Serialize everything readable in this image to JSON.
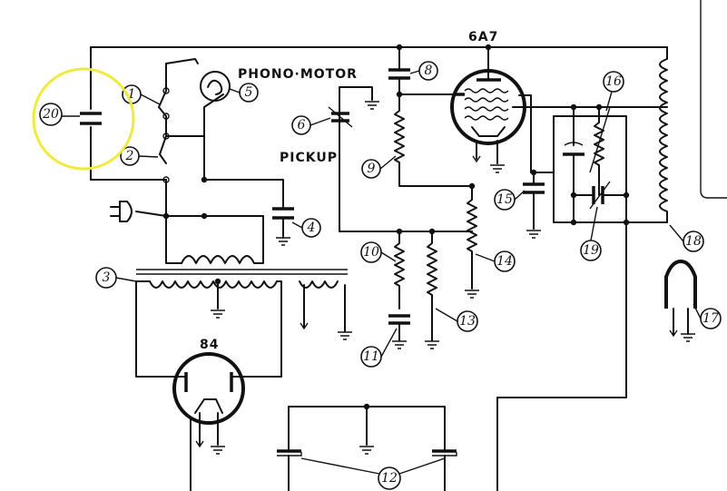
{
  "labels": {
    "tube_6a7": "6A7",
    "tube_84": "84",
    "phono_motor": "PHONO·MOTOR",
    "pickup": "PICKUP"
  },
  "callouts": {
    "c1": "1",
    "c2": "2",
    "c3": "3",
    "c4": "4",
    "c5": "5",
    "c6": "6",
    "c8": "8",
    "c9": "9",
    "c10": "10",
    "c11": "11",
    "c12": "12",
    "c13": "13",
    "c14": "14",
    "c15": "15",
    "c16": "16",
    "c17": "17",
    "c18": "18",
    "c19": "19",
    "c20": "20"
  },
  "colors": {
    "ink": "#111111",
    "paper": "#ffffff",
    "highlight_circle": "#f0ea3c"
  }
}
